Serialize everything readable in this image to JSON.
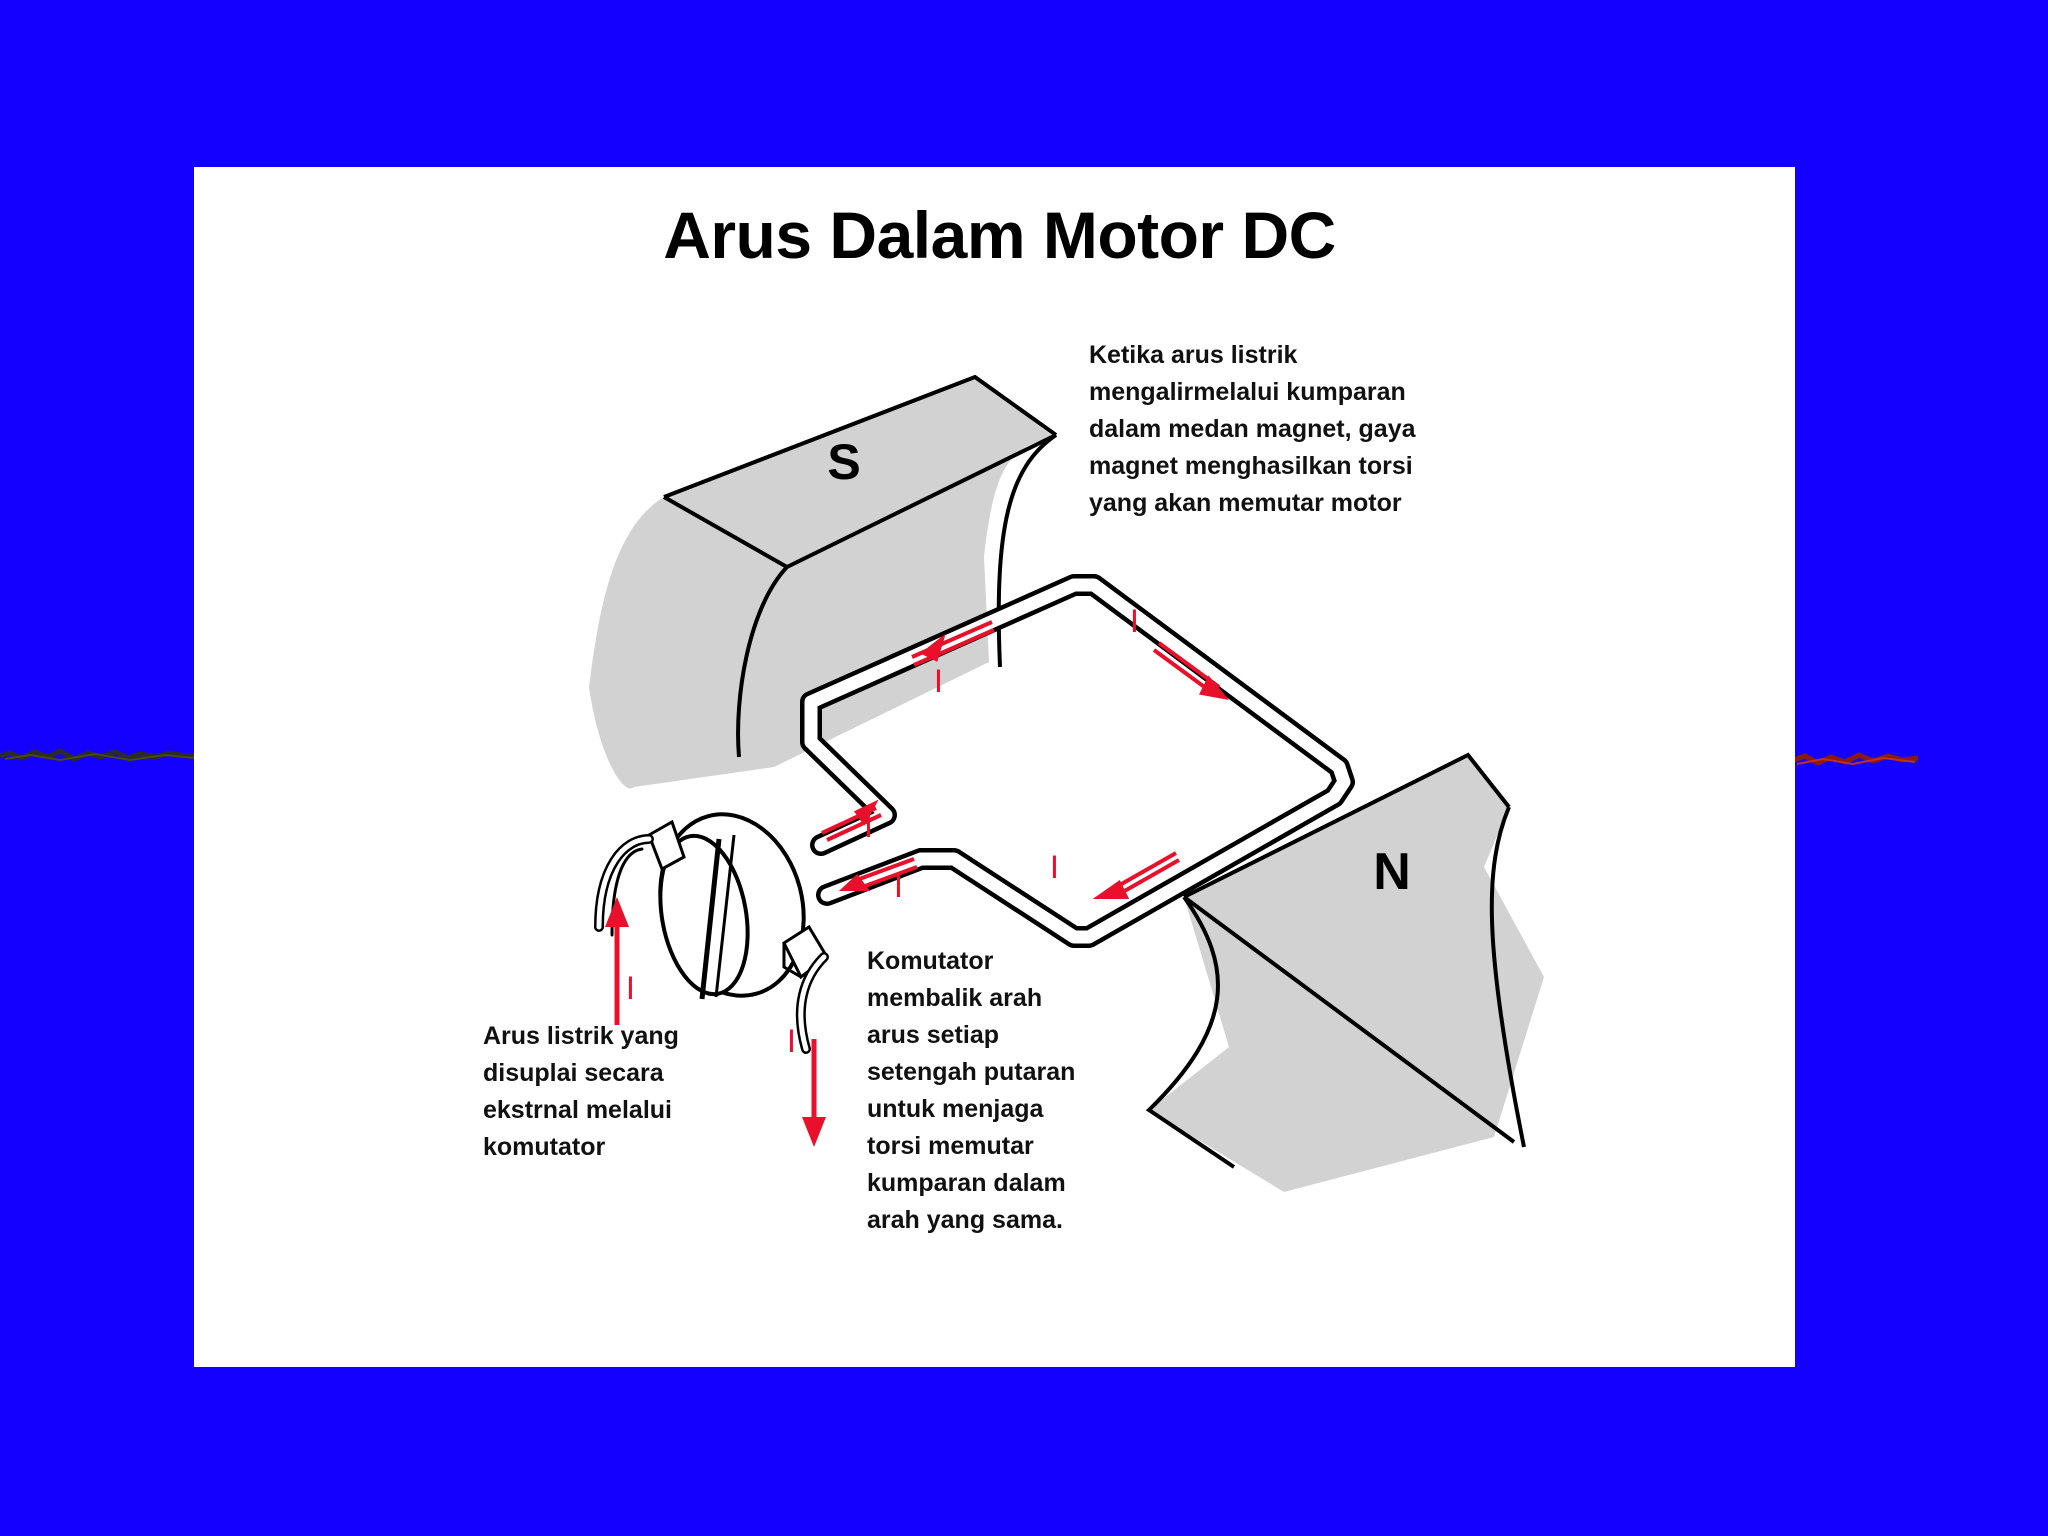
{
  "colors": {
    "background": "#1400ff",
    "panel": "#ffffff",
    "magnet_fill": "#d2d2d2",
    "current_arrow": "#e8102a",
    "outline": "#000000"
  },
  "slide": {
    "title": "Arus Dalam Motor DC"
  },
  "diagram": {
    "magnet_south_label": "S",
    "magnet_north_label": "N",
    "current_symbol": "I",
    "note_top": "Ketika arus listrik\nmengalirmelalui kumparan\ndalam medan magnet, gaya\nmagnet menghasilkan torsi\nyang akan memutar motor",
    "note_left": "Arus listrik yang\ndisuplai secara\nekstrnal melalui\nkomutator",
    "note_mid": "Komutator\nmembalik arah\narus setiap\nsetengah putaran\nuntuk menjaga\ntorsi  memutar\nkumparan dalam\narah yang sama."
  }
}
